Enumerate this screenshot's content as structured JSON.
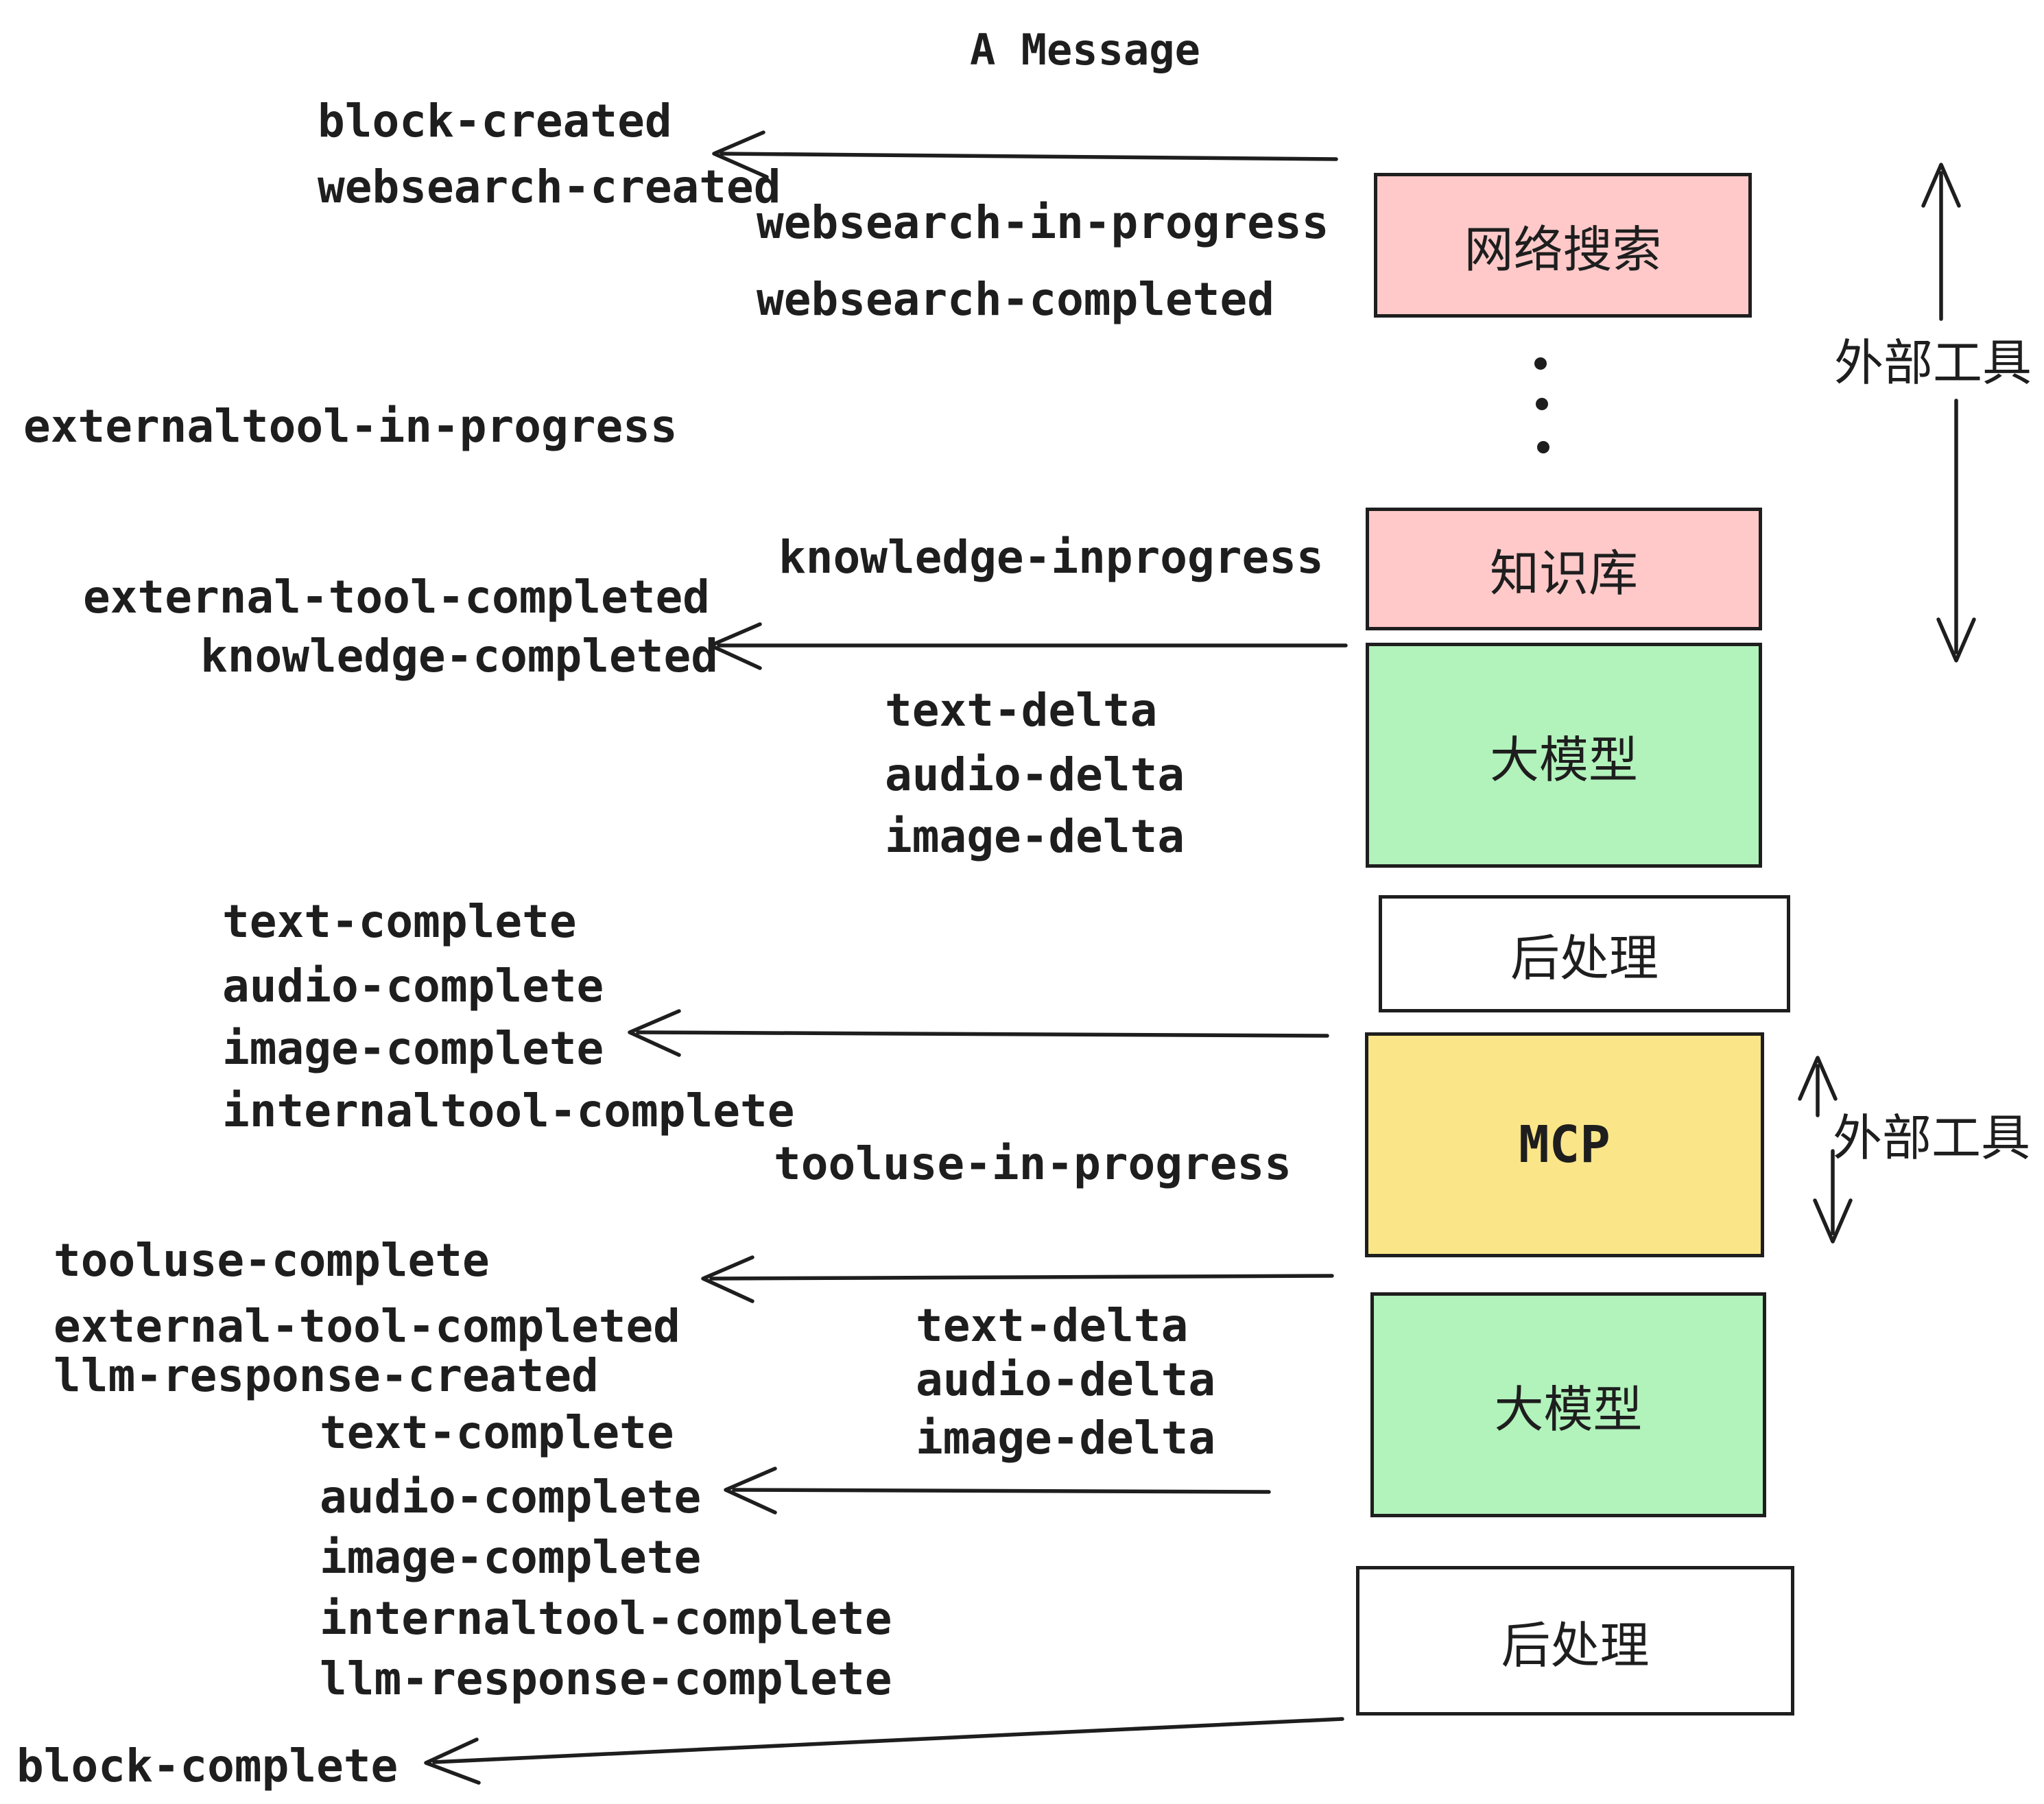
{
  "title": "A Message",
  "colors": {
    "stroke": "#1e1e1e",
    "pink": "#ffc9c9",
    "green": "#b2f2bb",
    "yellow": "#fae588",
    "white": "#ffffff",
    "background": "#ffffff"
  },
  "events": [
    {
      "label": "block-created"
    },
    {
      "label": "websearch-created"
    },
    {
      "label": "websearch-in-progress"
    },
    {
      "label": "websearch-completed"
    },
    {
      "label": "externaltool-in-progress"
    },
    {
      "label": "knowledge-inprogress"
    },
    {
      "label": "external-tool-completed"
    },
    {
      "label": "knowledge-completed"
    },
    {
      "label": "text-delta"
    },
    {
      "label": "audio-delta"
    },
    {
      "label": "image-delta"
    },
    {
      "label": "text-complete"
    },
    {
      "label": "audio-complete"
    },
    {
      "label": "image-complete"
    },
    {
      "label": "internaltool-complete"
    },
    {
      "label": "tooluse-in-progress"
    },
    {
      "label": "tooluse-complete"
    },
    {
      "label": "external-tool-completed"
    },
    {
      "label": "llm-response-created"
    },
    {
      "label": "text-complete"
    },
    {
      "label": "audio-complete"
    },
    {
      "label": "image-complete"
    },
    {
      "label": "internaltool-complete"
    },
    {
      "label": "llm-response-complete"
    },
    {
      "label": "block-complete"
    },
    {
      "label": "text-delta"
    },
    {
      "label": "audio-delta"
    },
    {
      "label": "image-delta"
    }
  ],
  "boxes": [
    {
      "id": "websearch",
      "label": "网络搜索",
      "fill": "#ffc9c9"
    },
    {
      "id": "knowledge",
      "label": "知识库",
      "fill": "#ffc9c9"
    },
    {
      "id": "llm-1",
      "label": "大模型",
      "fill": "#b2f2bb"
    },
    {
      "id": "post-1",
      "label": "后处理",
      "fill": "#ffffff"
    },
    {
      "id": "mcp",
      "label": "MCP",
      "fill": "#fae588"
    },
    {
      "id": "llm-2",
      "label": "大模型",
      "fill": "#b2f2bb"
    },
    {
      "id": "post-2",
      "label": "后处理",
      "fill": "#ffffff"
    }
  ],
  "annotations": [
    {
      "label": "外部工具"
    },
    {
      "label": "外部工具"
    }
  ]
}
